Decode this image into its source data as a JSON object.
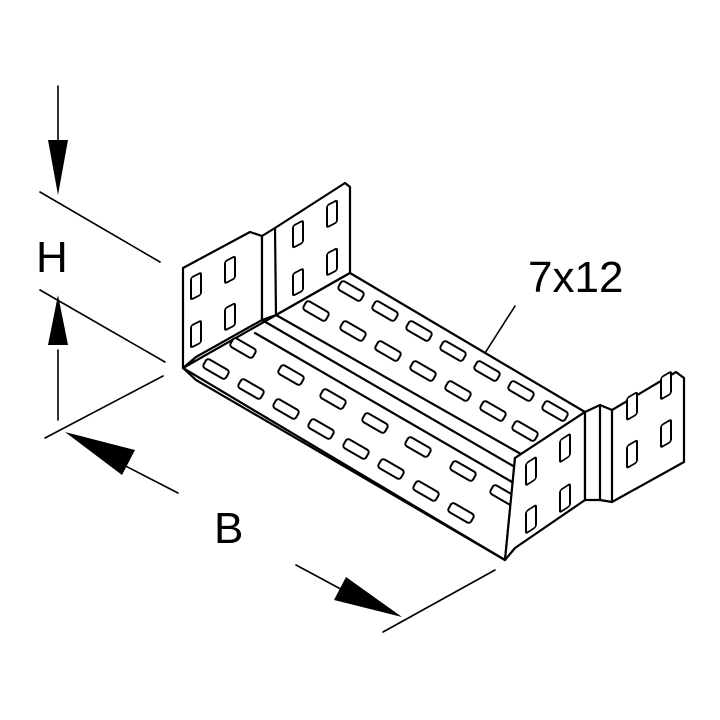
{
  "labels": {
    "height": "H",
    "width": "B",
    "slot_size": "7x12"
  },
  "colors": {
    "line": "#000000",
    "background": "#ffffff"
  }
}
